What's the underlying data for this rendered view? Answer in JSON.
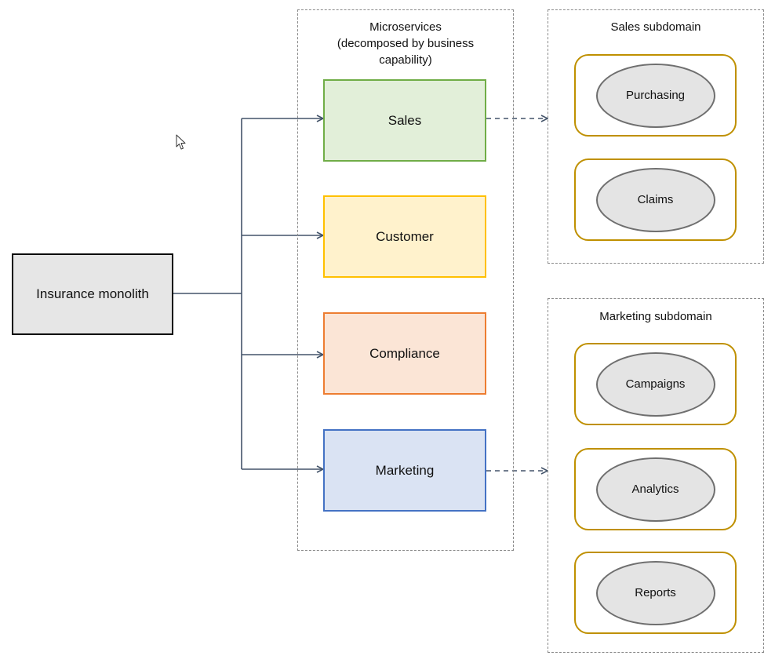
{
  "monolith": {
    "label": "Insurance monolith"
  },
  "microservices": {
    "title": "Microservices\n(decomposed by business\ncapability)",
    "services": [
      {
        "id": "sales",
        "label": "Sales",
        "fill": "#e2efd9",
        "stroke": "#70ad47"
      },
      {
        "id": "customer",
        "label": "Customer",
        "fill": "#fff2cc",
        "stroke": "#ffc000"
      },
      {
        "id": "compliance",
        "label": "Compliance",
        "fill": "#fbe5d6",
        "stroke": "#ed7d31"
      },
      {
        "id": "marketing",
        "label": "Marketing",
        "fill": "#dae3f3",
        "stroke": "#4472c4"
      }
    ]
  },
  "sales_subdomain": {
    "title": "Sales subdomain",
    "items": [
      {
        "label": "Purchasing"
      },
      {
        "label": "Claims"
      }
    ]
  },
  "marketing_subdomain": {
    "title": "Marketing subdomain",
    "items": [
      {
        "label": "Campaigns"
      },
      {
        "label": "Analytics"
      },
      {
        "label": "Reports"
      }
    ]
  },
  "colors": {
    "connector": "#44546a",
    "subdomain_border": "#bf9000",
    "ellipse_fill": "#e4e4e4",
    "ellipse_stroke": "#6f6f6f",
    "monolith_fill": "#e6e6e6"
  }
}
